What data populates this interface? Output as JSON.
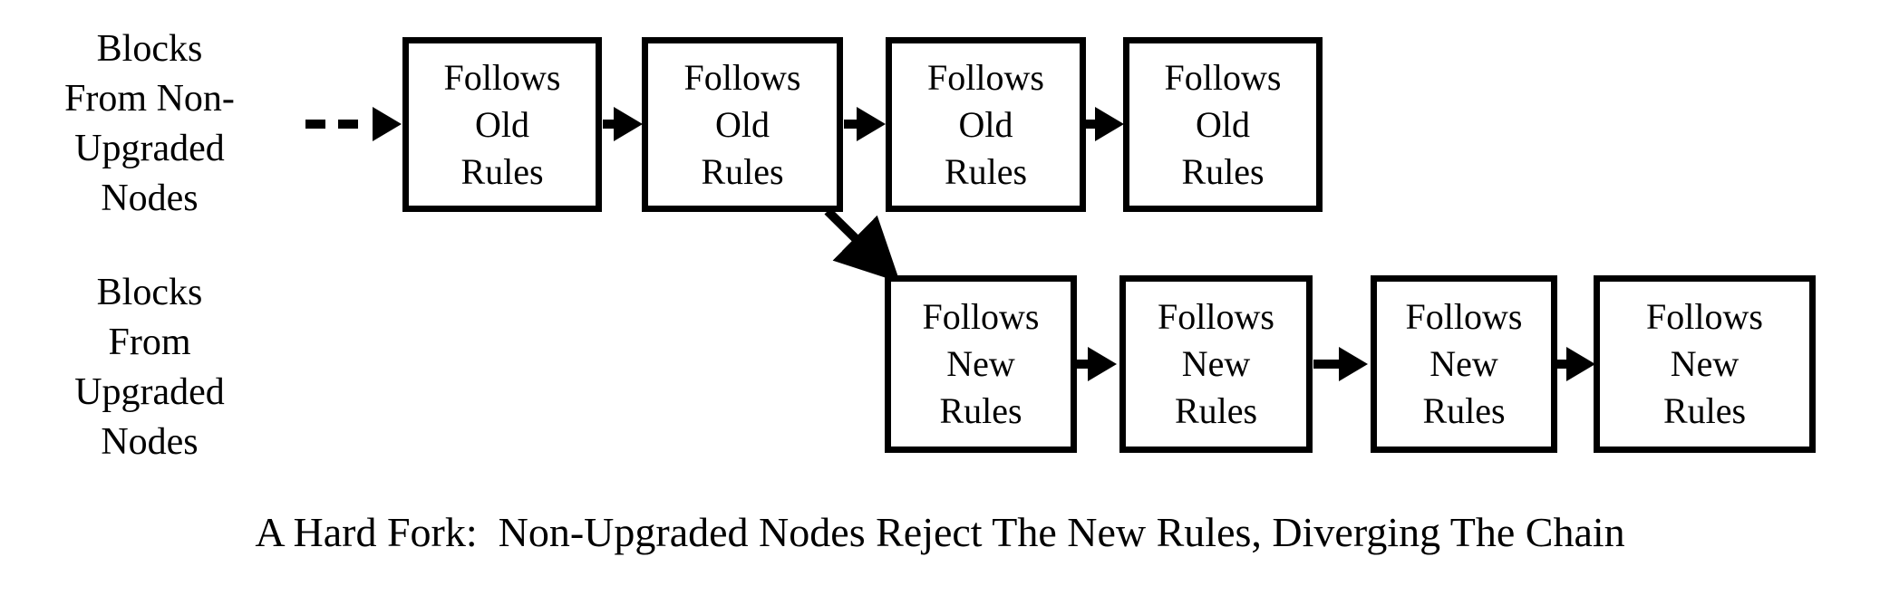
{
  "diagram": {
    "title_caption": "A Hard Fork:  Non-Upgraded Nodes Reject The New Rules, Diverging The Chain",
    "background_color": "#ffffff",
    "stroke_color": "#000000",
    "rows": [
      {
        "id": "old-chain",
        "label": "Blocks\nFrom Non-\nUpgraded\nNodes",
        "label_lines": [
          "Blocks",
          "From Non-",
          "Upgraded",
          "Nodes"
        ],
        "blocks": [
          {
            "line1": "Follows",
            "line2": "Old",
            "line3": "Rules"
          },
          {
            "line1": "Follows",
            "line2": "Old",
            "line3": "Rules"
          },
          {
            "line1": "Follows",
            "line2": "Old",
            "line3": "Rules"
          },
          {
            "line1": "Follows",
            "line2": "Old",
            "line3": "Rules"
          }
        ]
      },
      {
        "id": "new-chain",
        "label": "Blocks\nFrom\nUpgraded\nNodes",
        "label_lines": [
          "Blocks",
          "From",
          "Upgraded",
          "Nodes"
        ],
        "blocks": [
          {
            "line1": "Follows",
            "line2": "New",
            "line3": "Rules"
          },
          {
            "line1": "Follows",
            "line2": "New",
            "line3": "Rules"
          },
          {
            "line1": "Follows",
            "line2": "New",
            "line3": "Rules"
          },
          {
            "line1": "Follows",
            "line2": "New",
            "line3": "Rules"
          }
        ]
      }
    ],
    "connectors": {
      "entry": {
        "style": "dashed",
        "name": "incoming-blocks-arrow"
      },
      "chain_links": {
        "style": "solid",
        "name": "chain-link-arrow"
      },
      "fork": {
        "style": "solid-diagonal",
        "name": "fork-divergence-arrow"
      }
    }
  }
}
